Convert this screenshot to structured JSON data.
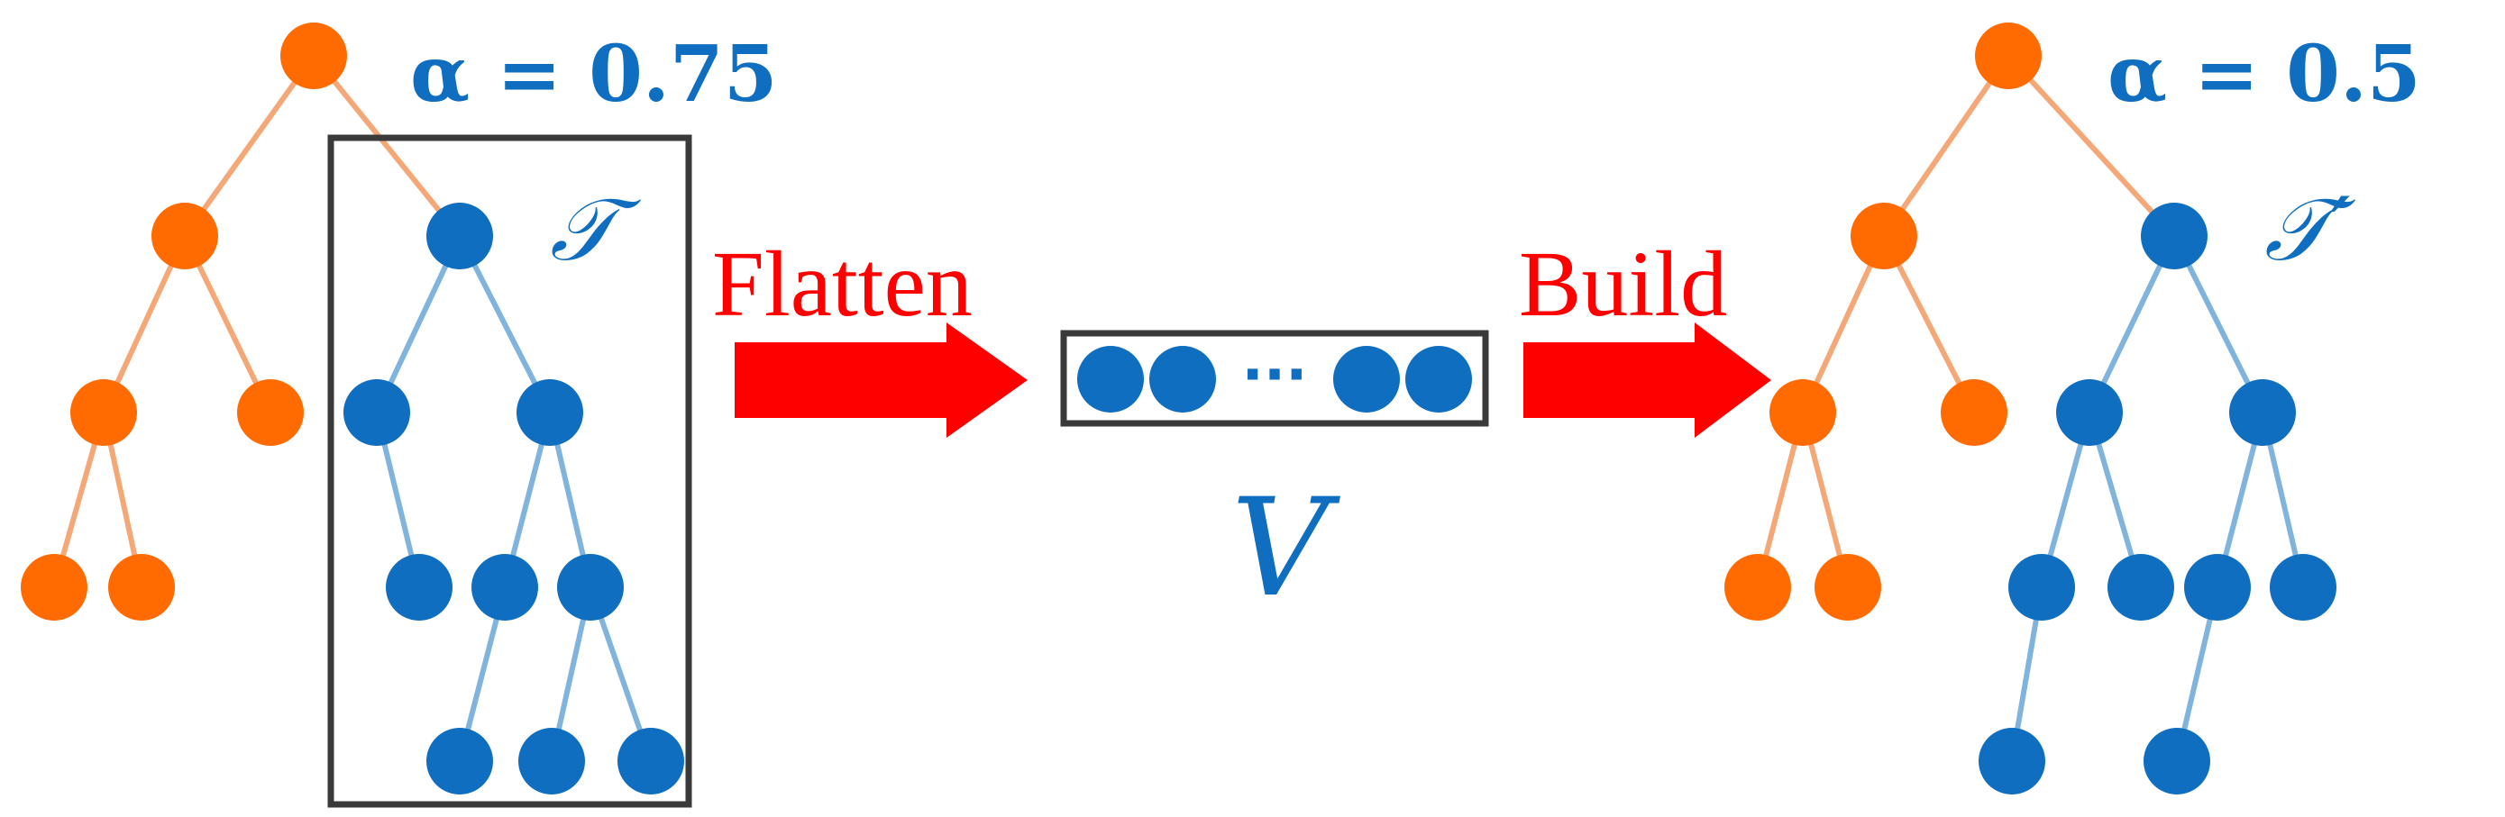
{
  "colors": {
    "orange": "#FF6B00",
    "orange_edge": "#F5A877",
    "blue": "#0F6EBF",
    "blue_edge": "#80B4DD",
    "red": "#FF0000",
    "box": "#3A3A3A"
  },
  "left_tree": {
    "alpha_label": "α = 0.75",
    "tree_label": "𝒯"
  },
  "flatten_step": {
    "label": "Flatten"
  },
  "vector": {
    "label": "V",
    "dots": "···"
  },
  "build_step": {
    "label": "Build"
  },
  "right_tree": {
    "alpha_label": "α = 0.5",
    "tree_label": "𝒯′"
  }
}
